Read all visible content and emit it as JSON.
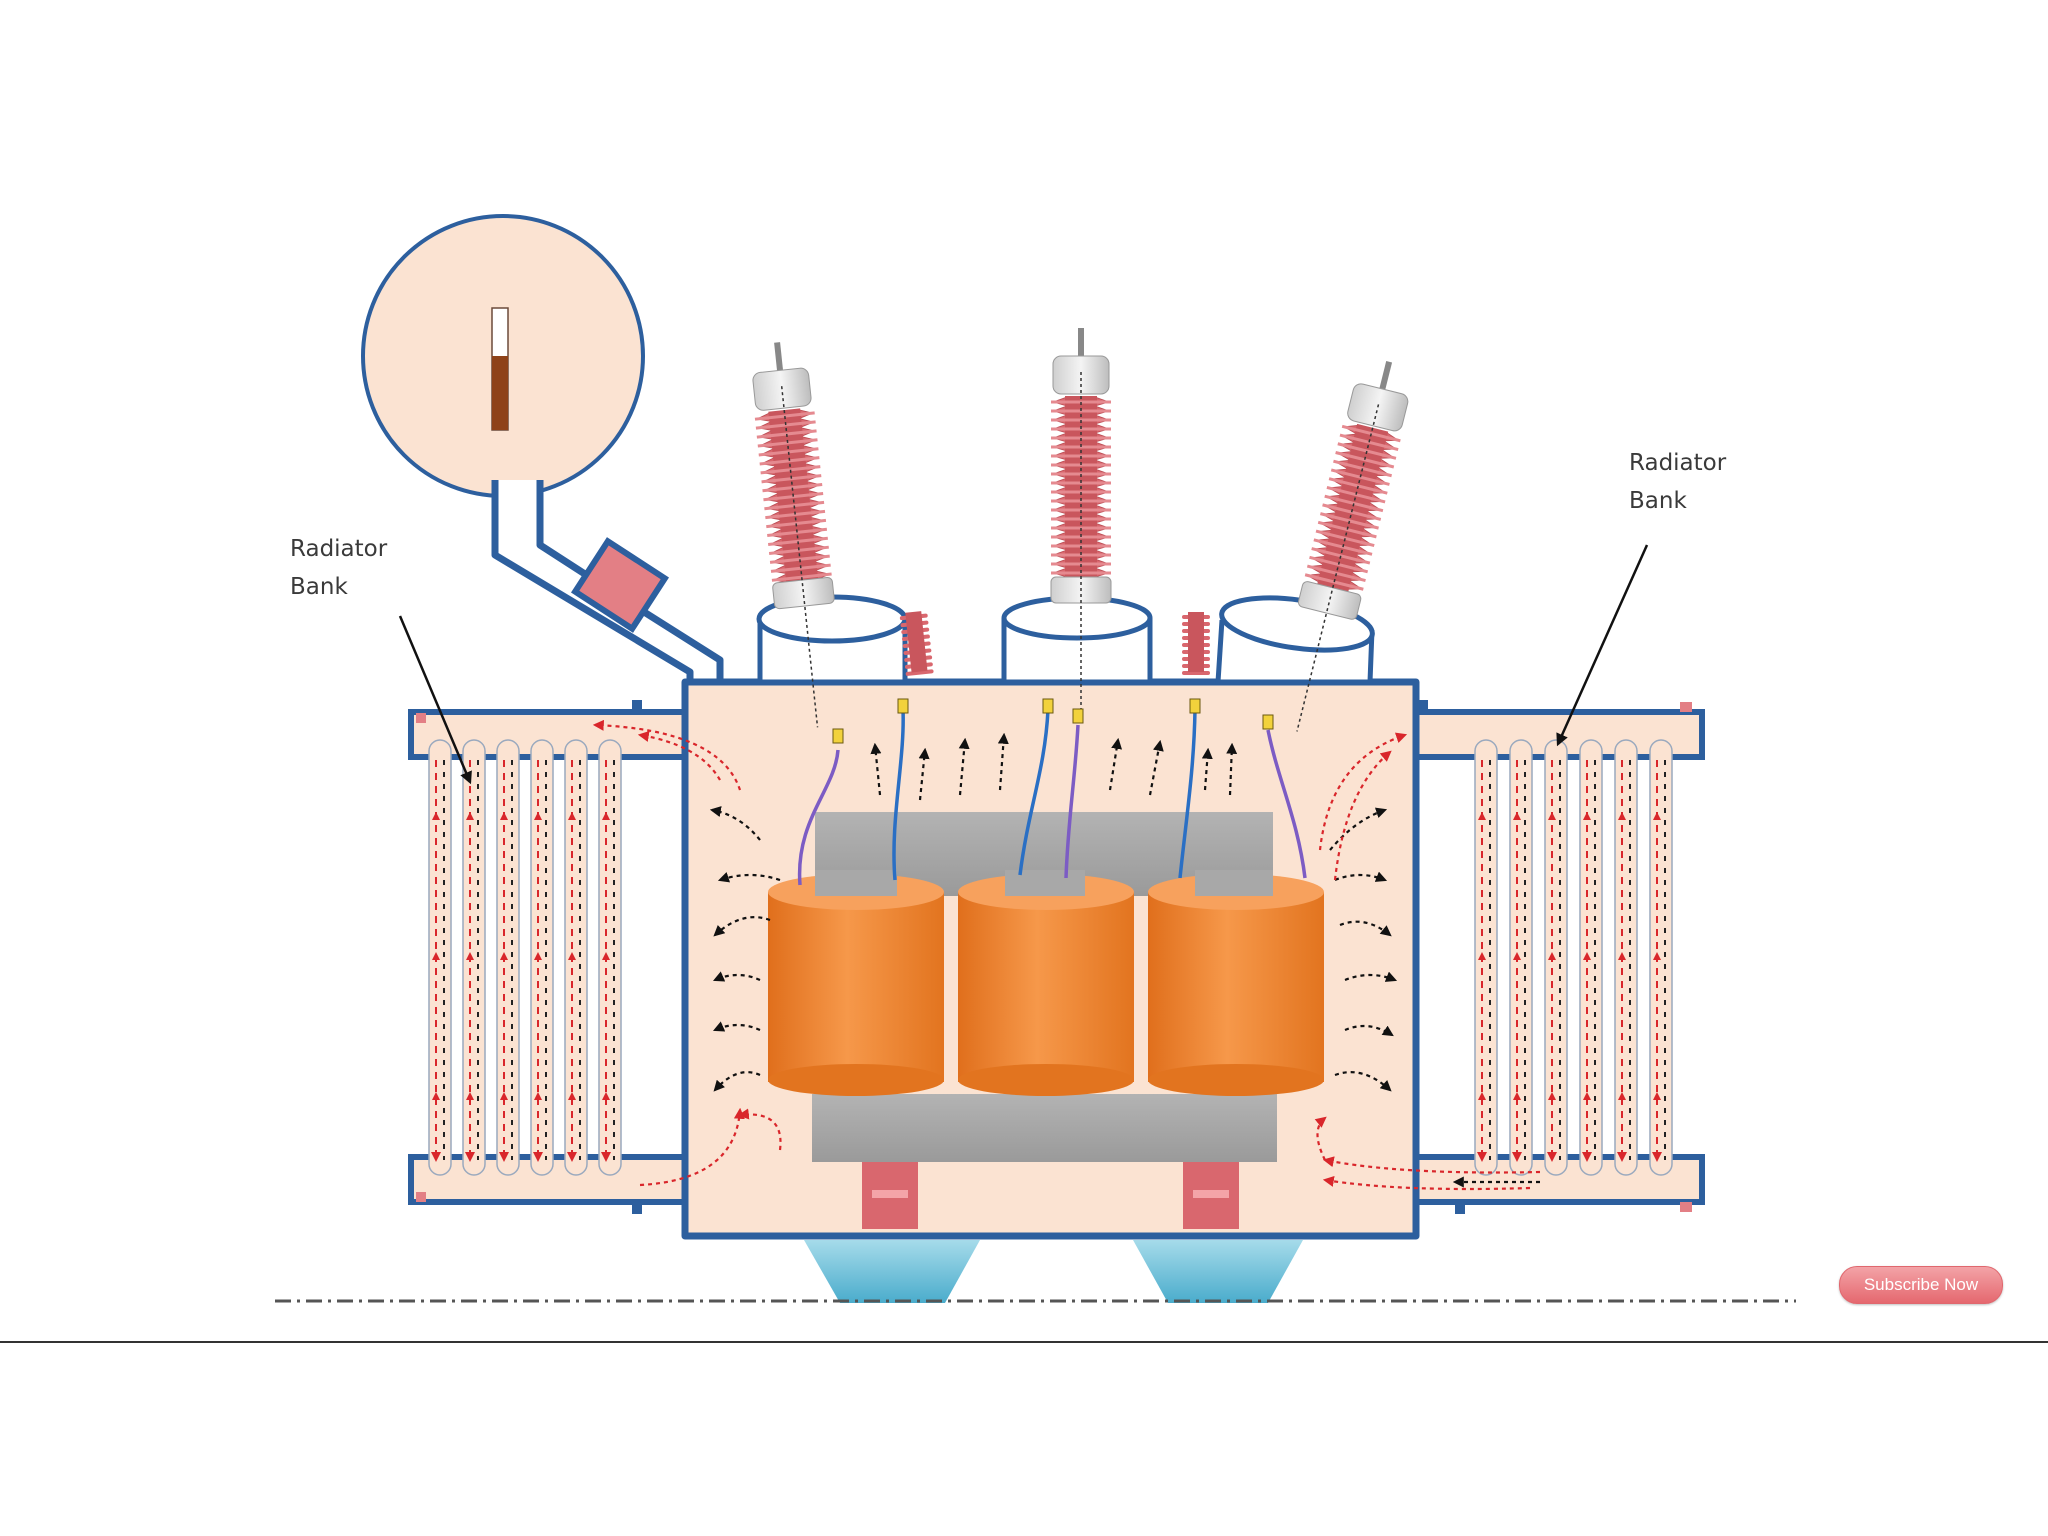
{
  "labels": {
    "radiator_left": {
      "line1": "Radiator",
      "line2": "Bank"
    },
    "radiator_right": {
      "line1": "Radiator",
      "line2": "Bank"
    }
  },
  "buttons": {
    "subscribe": "Subscribe Now"
  },
  "colors": {
    "outline": "#2d5f9e",
    "oil_fill": "#fbe3d2",
    "winding": "#f08a3a",
    "core": "#a6a6a6",
    "bushing": "#d9676e",
    "hot_flow_arrow": "#d9262b",
    "cool_flow_arrow": "#111111",
    "base_support": "#5bb7d4",
    "subscribe_button": "#e8656c"
  },
  "icons": [
    "oil-level-gauge-icon",
    "breather-valve-icon",
    "bushing-icon",
    "flow-arrow-icon"
  ]
}
